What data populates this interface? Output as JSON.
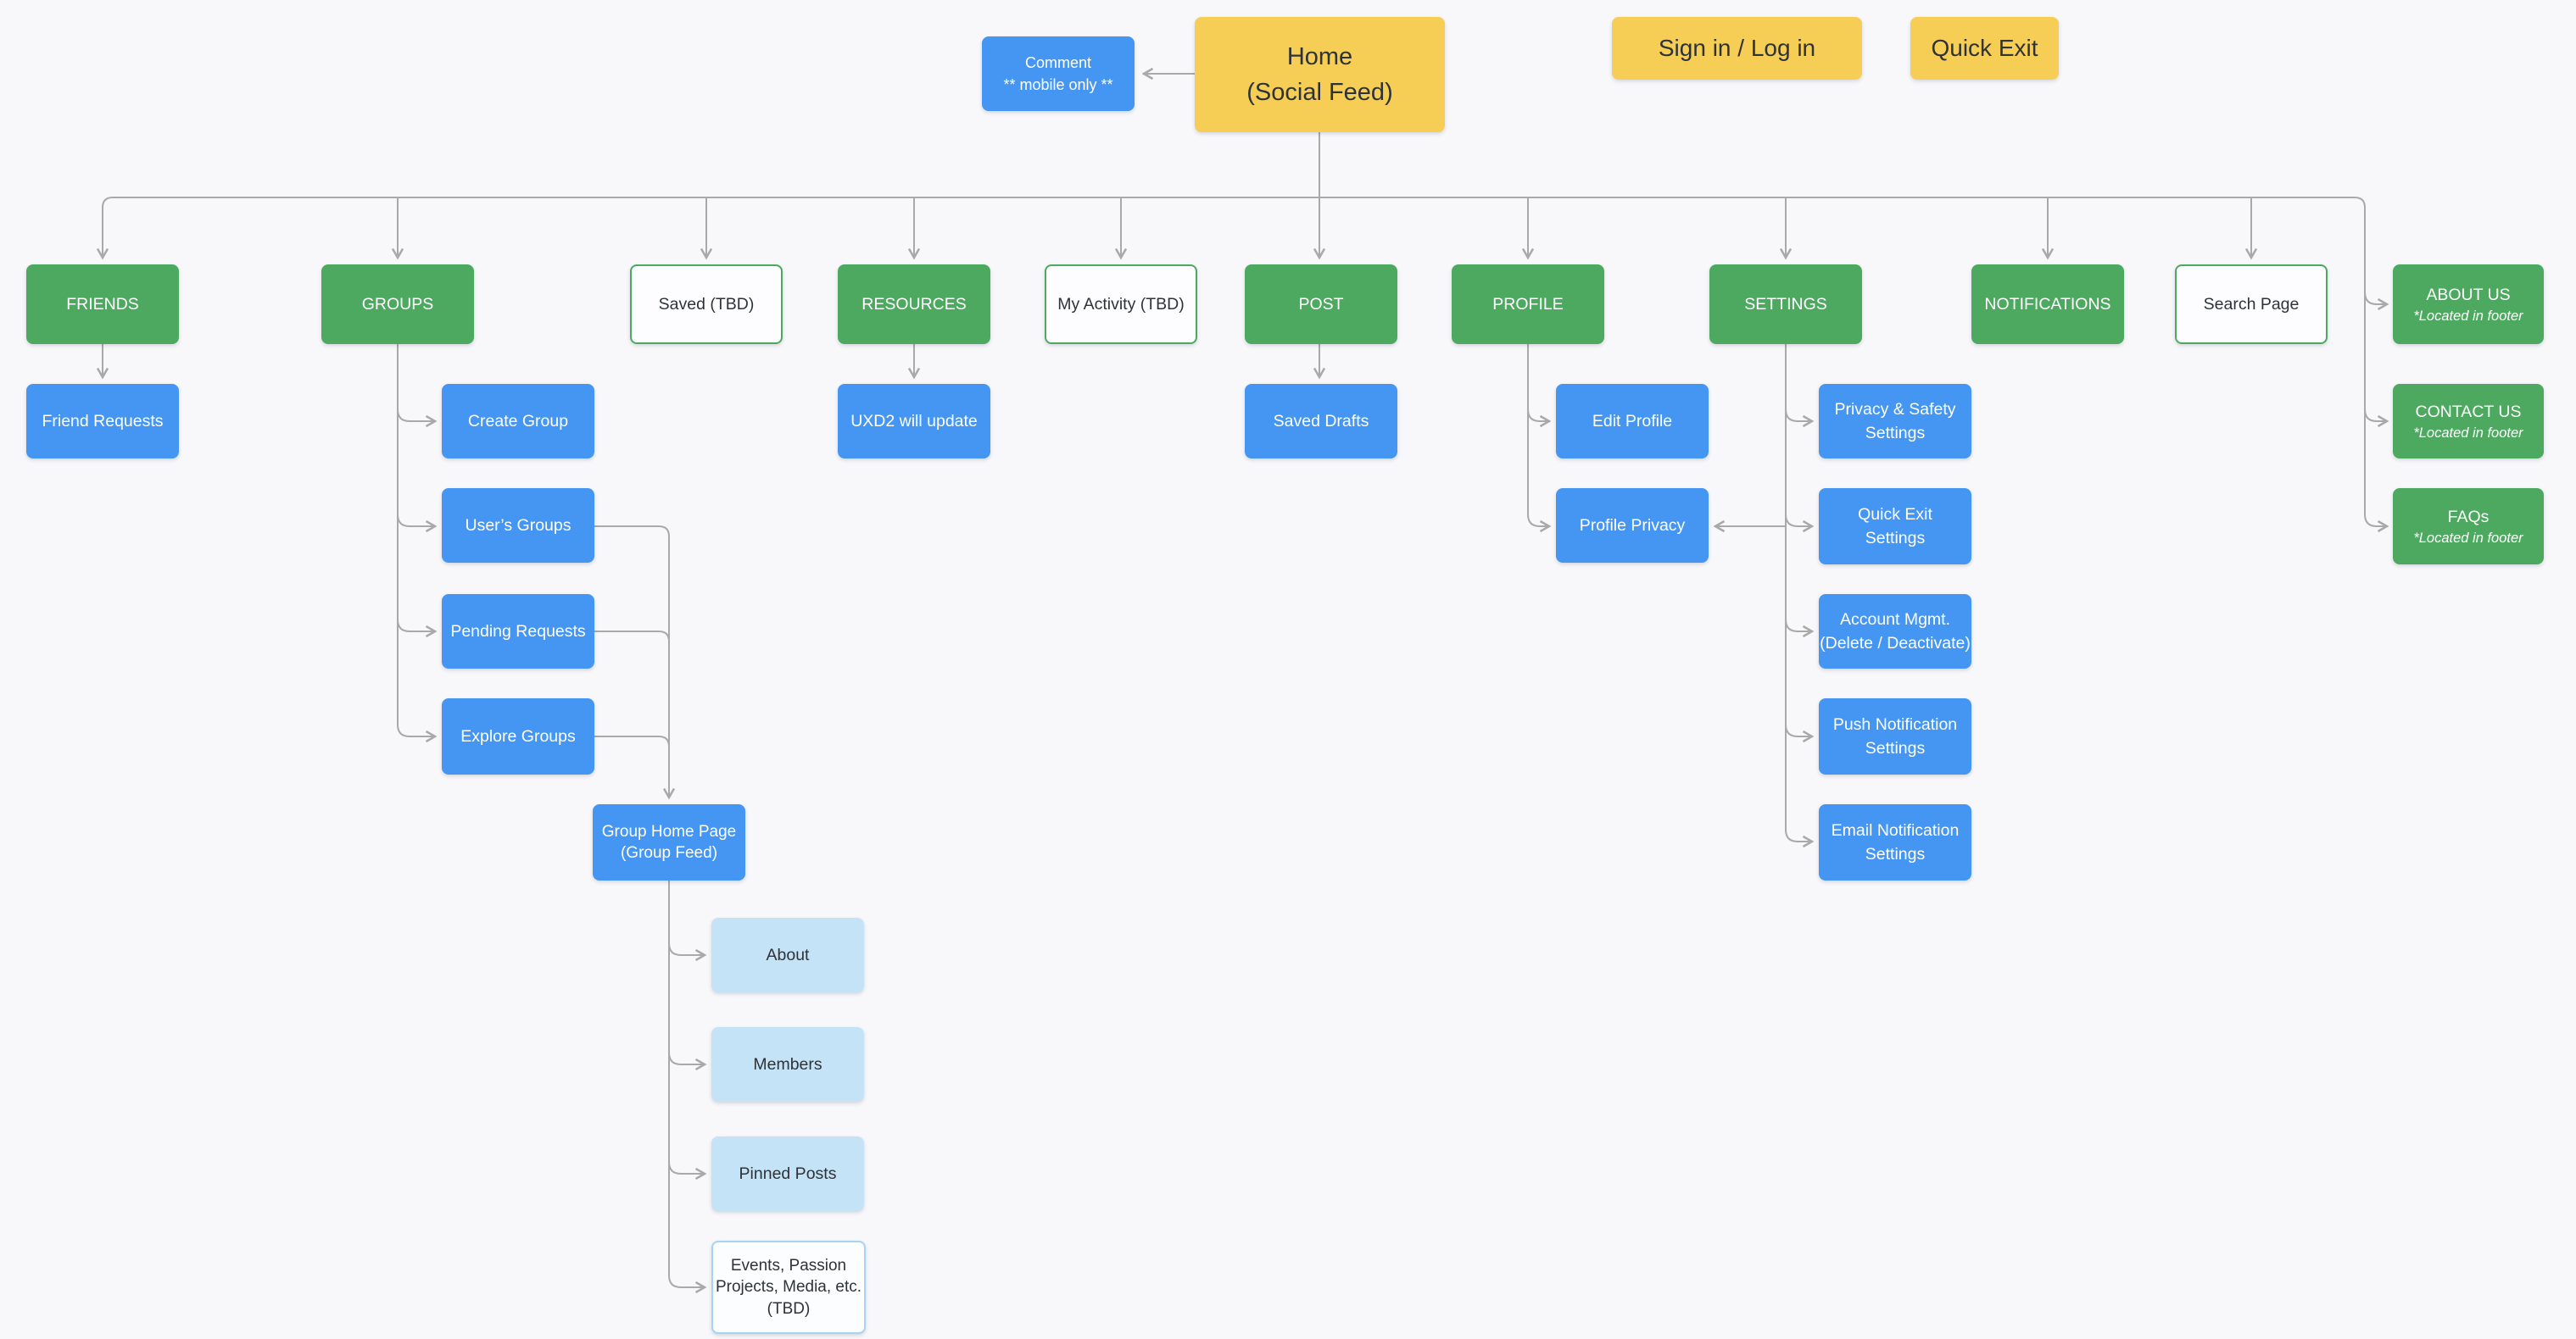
{
  "palette": {
    "background": "#F8F8FB",
    "green": "#4CA95F",
    "blue": "#4596F2",
    "light_blue": "#C5E3F7",
    "yellow": "#F6CE55",
    "outline_blue_border": "#A7D3F4",
    "connector": "#A9A9A9",
    "text_dark": "#2E3338",
    "text_light": "#FFFFFF"
  },
  "header": {
    "sign_in_label": "Sign in / Log in",
    "quick_exit_label": "Quick Exit"
  },
  "nodes": {
    "comment": {
      "lines": [
        "Comment",
        "** mobile only **"
      ]
    },
    "home": {
      "lines": [
        "Home",
        "(Social Feed)"
      ]
    },
    "friends": {
      "label": "FRIENDS"
    },
    "groups": {
      "label": "GROUPS"
    },
    "saved": {
      "label": "Saved (TBD)"
    },
    "resources": {
      "label": "RESOURCES"
    },
    "my_activity": {
      "label": "My Activity (TBD)"
    },
    "post": {
      "label": "POST"
    },
    "profile": {
      "label": "PROFILE"
    },
    "settings": {
      "label": "SETTINGS"
    },
    "notifications": {
      "label": "NOTIFICATIONS"
    },
    "search_page": {
      "label": "Search Page"
    },
    "about_us": {
      "label": "ABOUT US",
      "footnote": "*Located in footer"
    },
    "contact_us": {
      "label": "CONTACT US",
      "footnote": "*Located in footer"
    },
    "faqs": {
      "label": "FAQs",
      "footnote": "*Located in footer"
    },
    "friend_requests": {
      "label": "Friend Requests"
    },
    "create_group": {
      "label": "Create Group"
    },
    "users_groups": {
      "label": "User’s Groups"
    },
    "pending_requests": {
      "label": "Pending Requests"
    },
    "explore_groups": {
      "label": "Explore Groups"
    },
    "group_home": {
      "lines": [
        "Group Home Page",
        "(Group Feed)"
      ]
    },
    "uxd2": {
      "label": "UXD2 will update"
    },
    "saved_drafts": {
      "label": "Saved Drafts"
    },
    "edit_profile": {
      "label": "Edit Profile"
    },
    "profile_privacy": {
      "label": "Profile Privacy"
    },
    "privacy_safety": {
      "lines": [
        "Privacy & Safety",
        "Settings"
      ]
    },
    "quick_exit_settings": {
      "lines": [
        "Quick Exit",
        "Settings"
      ]
    },
    "account_mgmt": {
      "lines": [
        "Account Mgmt.",
        "(Delete / Deactivate)"
      ]
    },
    "push_notif": {
      "lines": [
        "Push Notification",
        "Settings"
      ]
    },
    "email_notif": {
      "lines": [
        "Email Notification",
        "Settings"
      ]
    },
    "about": {
      "label": "About"
    },
    "members": {
      "label": "Members"
    },
    "pinned_posts": {
      "label": "Pinned Posts"
    },
    "events": {
      "lines": [
        "Events, Passion",
        "Projects, Media, etc.",
        "(TBD)"
      ]
    }
  },
  "edges": [
    [
      "home",
      "comment"
    ],
    [
      "home",
      "friends"
    ],
    [
      "home",
      "groups"
    ],
    [
      "home",
      "saved"
    ],
    [
      "home",
      "resources"
    ],
    [
      "home",
      "my_activity"
    ],
    [
      "home",
      "post"
    ],
    [
      "home",
      "profile"
    ],
    [
      "home",
      "settings"
    ],
    [
      "home",
      "notifications"
    ],
    [
      "home",
      "search_page"
    ],
    [
      "home",
      "about_us"
    ],
    [
      "home",
      "contact_us"
    ],
    [
      "home",
      "faqs"
    ],
    [
      "friends",
      "friend_requests"
    ],
    [
      "groups",
      "create_group"
    ],
    [
      "groups",
      "users_groups"
    ],
    [
      "groups",
      "pending_requests"
    ],
    [
      "groups",
      "explore_groups"
    ],
    [
      "users_groups",
      "group_home"
    ],
    [
      "pending_requests",
      "group_home"
    ],
    [
      "explore_groups",
      "group_home"
    ],
    [
      "group_home",
      "about"
    ],
    [
      "group_home",
      "members"
    ],
    [
      "group_home",
      "pinned_posts"
    ],
    [
      "group_home",
      "events"
    ],
    [
      "resources",
      "uxd2"
    ],
    [
      "post",
      "saved_drafts"
    ],
    [
      "profile",
      "edit_profile"
    ],
    [
      "profile",
      "profile_privacy"
    ],
    [
      "settings",
      "privacy_safety"
    ],
    [
      "settings",
      "quick_exit_settings"
    ],
    [
      "settings",
      "account_mgmt"
    ],
    [
      "settings",
      "push_notif"
    ],
    [
      "settings",
      "email_notif"
    ],
    [
      "settings",
      "profile_privacy"
    ]
  ]
}
